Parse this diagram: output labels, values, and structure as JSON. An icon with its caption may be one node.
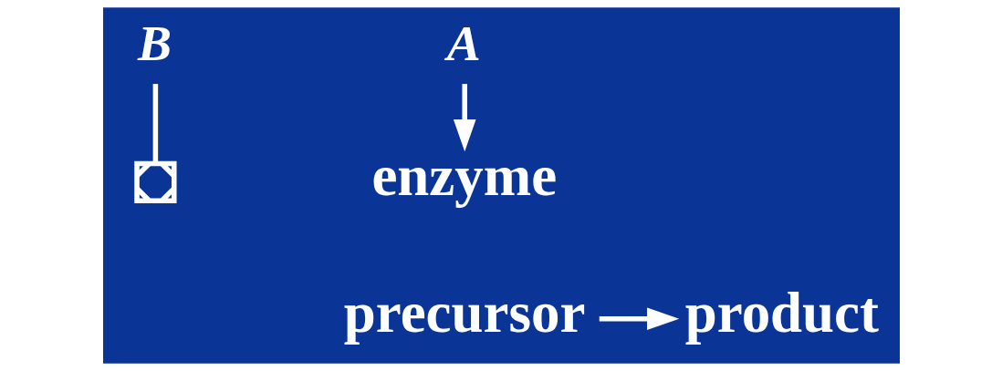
{
  "diagram": {
    "nodes": [
      {
        "text": [
          "A"
        ]
      },
      {
        "text": [
          "B"
        ]
      },
      {
        "text": [
          "enzyme"
        ]
      },
      {
        "text": [
          "precursor"
        ]
      },
      {
        "text": [
          "product"
        ]
      },
      {
        "text": [],
        "shape": "cross"
      }
    ],
    "edges": [
      {
        "from": 0,
        "to": 2,
        "arrow": "to"
      },
      {
        "from": 1,
        "to": 5,
        "arrow": "none"
      },
      {
        "from": 3,
        "to": 4,
        "arrow": "to"
      }
    ]
  }
}
